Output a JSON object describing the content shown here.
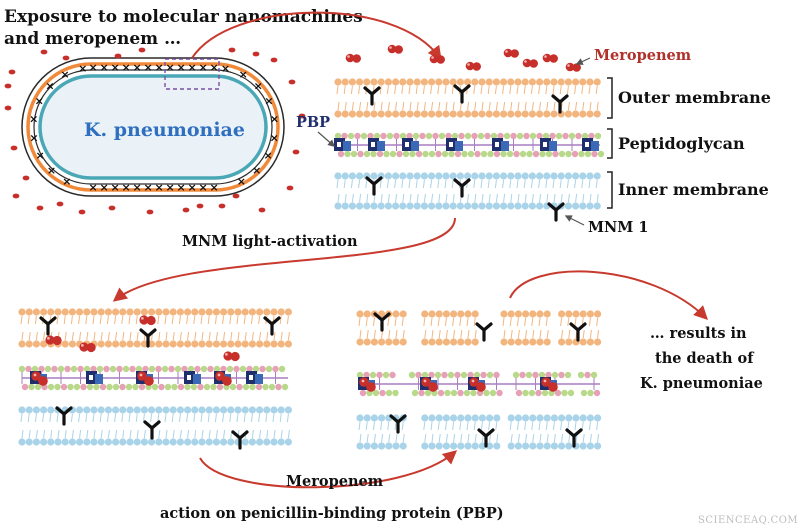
{
  "texts": {
    "exposure_line1": "Exposure to molecular nanomachines",
    "exposure_line2": "and meropenem …",
    "bacterium": "K. pneumoniae",
    "meropenem_label": "Meropenem",
    "outer_membrane": "Outer membrane",
    "peptidoglycan": "Peptidoglycan",
    "inner_membrane": "Inner membrane",
    "pbp": "PBP",
    "mnm": "MNM 1",
    "activation": "MNM light-activation",
    "result_line1": "… results in",
    "result_line2": "the death of",
    "result_line3": "K. pneumoniae",
    "bottom_line1": "Meropenem",
    "bottom_line2": "action on penicillin-binding protein (PBP)",
    "watermark": "SCIENCEAQ.COM"
  },
  "colors": {
    "outer_lipid": "#f3b57e",
    "inner_lipid": "#a9d3e8",
    "pg_green": "#b9d98a",
    "pg_pink": "#e7a1b6",
    "pg_purple": "#a97ec2",
    "pbp_navy": "#1f2f6e",
    "pbp_blue": "#3b69b5",
    "meropenem_red": "#c72f2a",
    "arrow_red": "#c8392e",
    "cell_blue": "#2f6fc0",
    "cell_orange": "#f08a3a",
    "cell_teal": "#4aa7b5",
    "cell_fill": "#eaf2f8"
  },
  "icons": {
    "nanomachine": "tripod-mnm-icon",
    "antibiotic": "meropenem-double-sphere-icon",
    "protein": "pbp-block-icon",
    "cell": "rod-bacterium-icon"
  }
}
